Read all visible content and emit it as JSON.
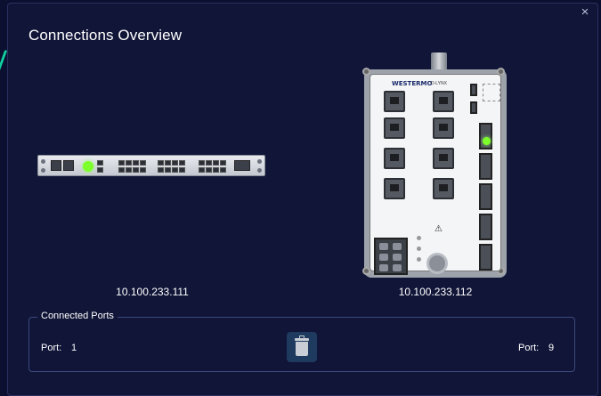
{
  "dialog": {
    "title": "Connections Overview",
    "close_label": "×"
  },
  "devices": [
    {
      "ip": "10.100.233.111"
    },
    {
      "ip": "10.100.233.112",
      "brand": "WESTERMO",
      "model": "D-LYNX"
    }
  ],
  "connected_ports": {
    "legend": "Connected Ports",
    "left_label": "Port:",
    "left_value": "1",
    "right_label": "Port:",
    "right_value": "9"
  },
  "colors": {
    "background": "#0b1030",
    "dialog": "#111538",
    "border": "#3a4a7c",
    "led_active": "#7cff2a",
    "delete_button": "#1e3a5e"
  },
  "icons": {
    "close": "close-icon",
    "delete": "trash-icon"
  }
}
